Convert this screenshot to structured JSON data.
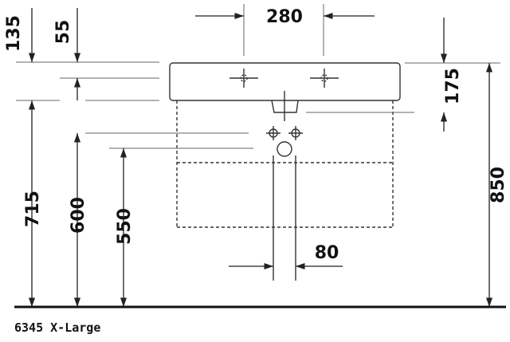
{
  "dimensions": {
    "top_offset": "135",
    "basin_rim": "55",
    "faucet_spacing": "280",
    "drain_depth": "175",
    "overall_height": "850",
    "rim_height": "715",
    "supply_height": "600",
    "waste_height": "550",
    "pipe_spacing": "80"
  },
  "caption": "6345 X-Large"
}
